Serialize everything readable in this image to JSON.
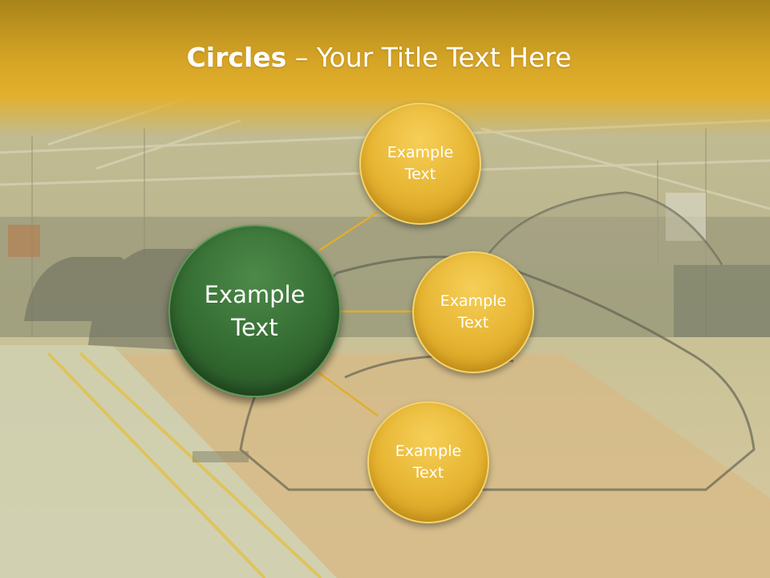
{
  "slide": {
    "title_bold": "Circles",
    "title_sep": " – ",
    "title_rest": "Your Title Text Here"
  },
  "diagram": {
    "center_label": "Example\nText",
    "nodes": [
      {
        "label": "Example\nText"
      },
      {
        "label": "Example\nText"
      },
      {
        "label": "Example\nText"
      }
    ]
  },
  "colors": {
    "header_gold": "#d6a526",
    "node_gold": "#e6b431",
    "center_green": "#336b31",
    "connector": "#e0ae2e"
  }
}
